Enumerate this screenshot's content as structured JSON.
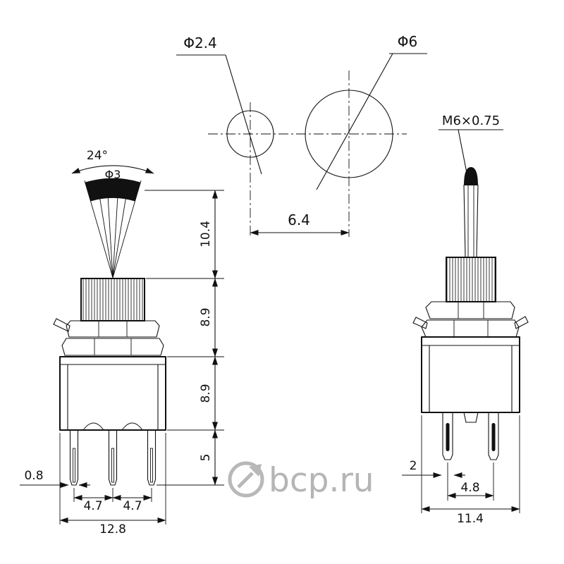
{
  "drawing": {
    "front_view": {
      "angle": "24°",
      "lever_diameter": "Φ3",
      "dim_lever_height": "10.4",
      "dim_bushing_height": "8.9",
      "dim_body_height": "8.9",
      "dim_pin_length": "5",
      "dim_pin_thickness": "0.8",
      "dim_pin_pitch_left": "4.7",
      "dim_pin_pitch_right": "4.7",
      "dim_total_width": "12.8"
    },
    "top_view": {
      "small_hole_diameter": "Φ2.4",
      "large_hole_diameter": "Φ6",
      "dim_center_distance": "6.4"
    },
    "side_view": {
      "thread_spec": "M6×0.75",
      "dim_pin_width": "2",
      "dim_pin_pitch": "4.8",
      "dim_total_width": "11.4"
    }
  },
  "watermark": {
    "text": "bcp.ru"
  }
}
